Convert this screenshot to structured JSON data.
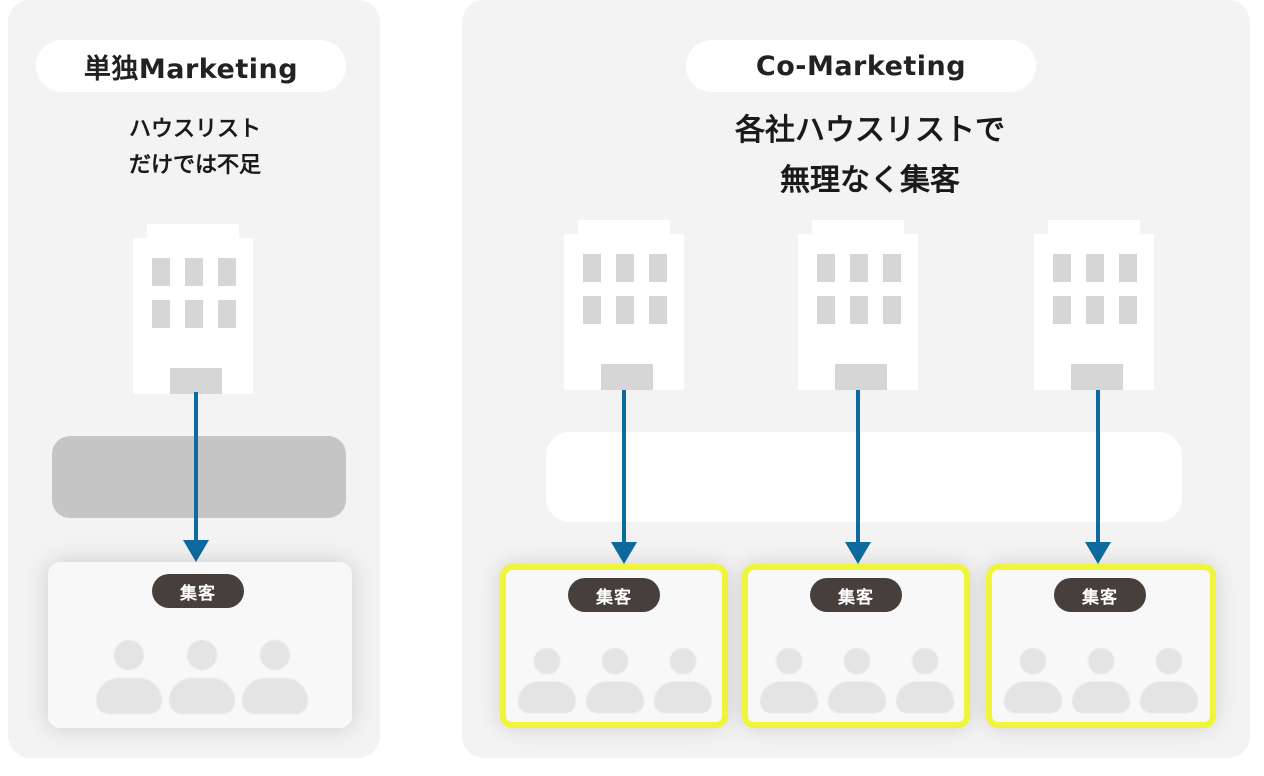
{
  "left": {
    "pill_label": "単独Marketing",
    "heading_line1": "ハウスリスト",
    "heading_line2": "だけでは不足",
    "badge": "集客"
  },
  "right": {
    "pill_label": "Co-Marketing",
    "heading_line1": "各社ハウスリストで",
    "heading_line2": "無理なく集客",
    "badges": [
      "集客",
      "集客",
      "集客"
    ]
  },
  "colors": {
    "arrow": "#0e6ba0",
    "highlight_border": "#eef53a",
    "badge_bg": "#463f3c",
    "panel_bg": "#f3f3f3"
  }
}
